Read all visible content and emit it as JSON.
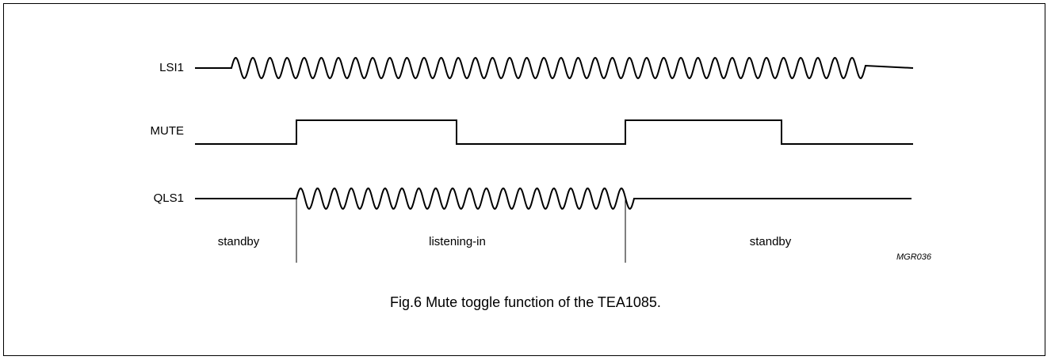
{
  "signals": {
    "lsi1": "LSI1",
    "mute": "MUTE",
    "qls1": "QLS1"
  },
  "phases": {
    "standby_1": "standby",
    "listening_in": "listening-in",
    "standby_2": "standby"
  },
  "reference_code": "MGR036",
  "caption": "Fig.6  Mute toggle function of the TEA1085."
}
